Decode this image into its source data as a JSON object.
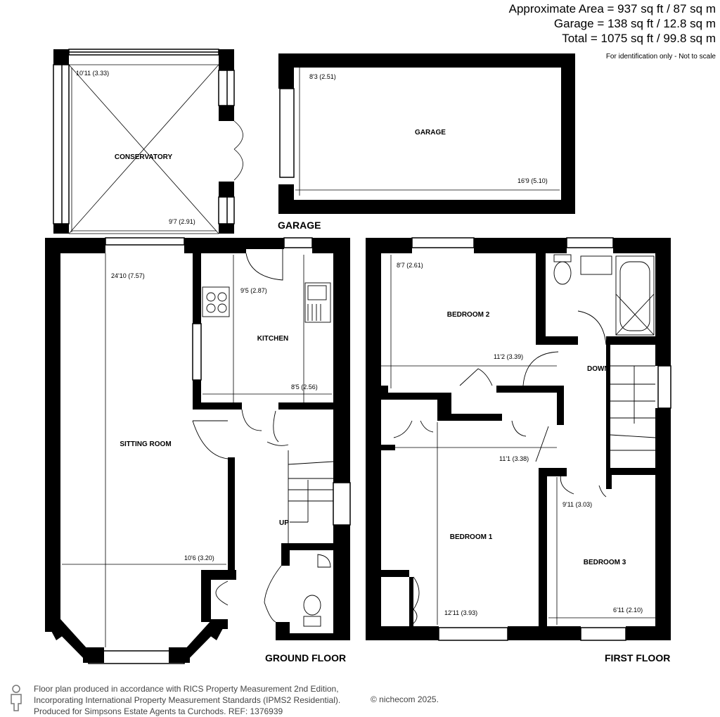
{
  "header": {
    "area_line": "Approximate Area = 937 sq ft / 87 sq m",
    "garage_line": "Garage = 138 sq ft / 12.8 sq m",
    "total_line": "Total = 1075 sq ft / 99.8 sq m",
    "note": "For identification only - Not to scale"
  },
  "floors": {
    "garage": "GARAGE",
    "ground": "GROUND FLOOR",
    "first": "FIRST FLOOR"
  },
  "rooms": {
    "conservatory": {
      "name": "CONSERVATORY",
      "dim_a": "10'11 (3.33)",
      "dim_b": "9'7 (2.91)"
    },
    "garage": {
      "name": "GARAGE",
      "dim_a": "8'3 (2.51)",
      "dim_b": "16'9 (5.10)"
    },
    "sitting_room": {
      "name": "SITTING ROOM",
      "dim_a": "24'10 (7.57)",
      "dim_b": "10'6 (3.20)"
    },
    "kitchen": {
      "name": "KITCHEN",
      "dim_a": "9'5 (2.87)",
      "dim_b": "8'5 (2.56)"
    },
    "bedroom_2": {
      "name": "BEDROOM 2",
      "dim_a": "8'7 (2.61)",
      "dim_b": "11'2 (3.39)"
    },
    "bedroom_1": {
      "name": "BEDROOM 1",
      "dim_a": "11'1 (3.38)",
      "dim_b": "12'11 (3.93)"
    },
    "bedroom_3": {
      "name": "BEDROOM 3",
      "dim_a": "9'11 (3.03)",
      "dim_b": "6'11 (2.10)"
    }
  },
  "labels": {
    "up": "UP",
    "down": "DOWN"
  },
  "footer": {
    "line1": "Floor plan produced in accordance with RICS Property Measurement 2nd Edition,",
    "line2": "Incorporating International Property Measurement Standards (IPMS2 Residential).",
    "line3": "Produced for Simpsons Estate Agents ta Curchods.   REF:  1376939",
    "copyright": "© nichecom 2025."
  }
}
